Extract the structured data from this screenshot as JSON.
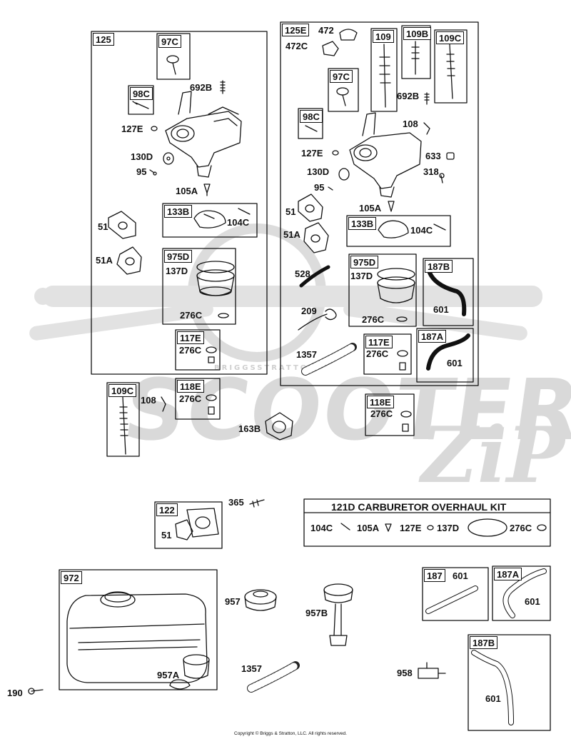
{
  "watermark": {
    "brand": "SCOOTER",
    "brand_tail": "ZiP",
    "strap": "BRIGGSSTRATTON"
  },
  "copyright": "Copyright © Briggs & Stratton, LLC. All rights reserved.",
  "parts": [
    {
      "id": "p125",
      "text": "125",
      "boxed": true
    },
    {
      "id": "p97c_a",
      "text": "97C",
      "boxed": true
    },
    {
      "id": "p692b_a",
      "text": "692B",
      "boxed": false
    },
    {
      "id": "p98c_a",
      "text": "98C",
      "boxed": true
    },
    {
      "id": "p127e_a",
      "text": "127E",
      "boxed": false
    },
    {
      "id": "p130d_a",
      "text": "130D",
      "boxed": false
    },
    {
      "id": "p95_a",
      "text": "95",
      "boxed": false
    },
    {
      "id": "p105a_a",
      "text": "105A",
      "boxed": false
    },
    {
      "id": "p133b_a",
      "text": "133B",
      "boxed": true
    },
    {
      "id": "p104c_a",
      "text": "104C",
      "boxed": false
    },
    {
      "id": "p51_a",
      "text": "51",
      "boxed": false
    },
    {
      "id": "p51a_a",
      "text": "51A",
      "boxed": false
    },
    {
      "id": "p975d_a",
      "text": "975D",
      "boxed": true
    },
    {
      "id": "p137d_a",
      "text": "137D",
      "boxed": false
    },
    {
      "id": "p276c_a",
      "text": "276C",
      "boxed": false
    },
    {
      "id": "p117e_a",
      "text": "117E",
      "boxed": true
    },
    {
      "id": "p276c_b",
      "text": "276C",
      "boxed": false
    },
    {
      "id": "p118e_a",
      "text": "118E",
      "boxed": true
    },
    {
      "id": "p276c_c",
      "text": "276C",
      "boxed": false
    },
    {
      "id": "p109c_a",
      "text": "109C",
      "boxed": true
    },
    {
      "id": "p108_a",
      "text": "108",
      "boxed": false
    },
    {
      "id": "p163b",
      "text": "163B",
      "boxed": false
    },
    {
      "id": "p125e",
      "text": "125E",
      "boxed": true
    },
    {
      "id": "p472",
      "text": "472",
      "boxed": false
    },
    {
      "id": "p472c",
      "text": "472C",
      "boxed": false
    },
    {
      "id": "p109",
      "text": "109",
      "boxed": true
    },
    {
      "id": "p109b",
      "text": "109B",
      "boxed": true
    },
    {
      "id": "p109c_b",
      "text": "109C",
      "boxed": true
    },
    {
      "id": "p97c_b",
      "text": "97C",
      "boxed": true
    },
    {
      "id": "p692b_b",
      "text": "692B",
      "boxed": false
    },
    {
      "id": "p98c_b",
      "text": "98C",
      "boxed": true
    },
    {
      "id": "p108_b",
      "text": "108",
      "boxed": false
    },
    {
      "id": "p127e_b",
      "text": "127E",
      "boxed": false
    },
    {
      "id": "p633",
      "text": "633",
      "boxed": false
    },
    {
      "id": "p130d_b",
      "text": "130D",
      "boxed": false
    },
    {
      "id": "p318",
      "text": "318",
      "boxed": false
    },
    {
      "id": "p95_b",
      "text": "95",
      "boxed": false
    },
    {
      "id": "p105a_b",
      "text": "105A",
      "boxed": false
    },
    {
      "id": "p51_b",
      "text": "51",
      "boxed": false
    },
    {
      "id": "p133b_b",
      "text": "133B",
      "boxed": true
    },
    {
      "id": "p104c_b",
      "text": "104C",
      "boxed": false
    },
    {
      "id": "p51a_b",
      "text": "51A",
      "boxed": false
    },
    {
      "id": "p528",
      "text": "528",
      "boxed": false
    },
    {
      "id": "p975d_b",
      "text": "975D",
      "boxed": true
    },
    {
      "id": "p137d_b",
      "text": "137D",
      "boxed": false
    },
    {
      "id": "p187b_a",
      "text": "187B",
      "boxed": true
    },
    {
      "id": "p209",
      "text": "209",
      "boxed": false
    },
    {
      "id": "p276c_d",
      "text": "276C",
      "boxed": false
    },
    {
      "id": "p601_a",
      "text": "601",
      "boxed": false
    },
    {
      "id": "p1357_a",
      "text": "1357",
      "boxed": false
    },
    {
      "id": "p117e_b",
      "text": "117E",
      "boxed": true
    },
    {
      "id": "p276c_e",
      "text": "276C",
      "boxed": false
    },
    {
      "id": "p187a_a",
      "text": "187A",
      "boxed": true
    },
    {
      "id": "p601_b",
      "text": "601",
      "boxed": false
    },
    {
      "id": "p118e_b",
      "text": "118E",
      "boxed": true
    },
    {
      "id": "p276c_f",
      "text": "276C",
      "boxed": false
    },
    {
      "id": "p122",
      "text": "122",
      "boxed": true
    },
    {
      "id": "p365",
      "text": "365",
      "boxed": false
    },
    {
      "id": "p51_c",
      "text": "51",
      "boxed": false
    },
    {
      "id": "p104c_k",
      "text": "104C",
      "boxed": false
    },
    {
      "id": "p105a_k",
      "text": "105A",
      "boxed": false
    },
    {
      "id": "p127e_k",
      "text": "127E",
      "boxed": false
    },
    {
      "id": "p137d_k",
      "text": "137D",
      "boxed": false
    },
    {
      "id": "p276c_k",
      "text": "276C",
      "boxed": false
    },
    {
      "id": "p972",
      "text": "972",
      "boxed": true
    },
    {
      "id": "p957",
      "text": "957",
      "boxed": false
    },
    {
      "id": "p957b",
      "text": "957B",
      "boxed": false
    },
    {
      "id": "p957a",
      "text": "957A",
      "boxed": false
    },
    {
      "id": "p1357_b",
      "text": "1357",
      "boxed": false
    },
    {
      "id": "p190",
      "text": "190",
      "boxed": false
    },
    {
      "id": "p187",
      "text": "187",
      "boxed": true
    },
    {
      "id": "p601_c",
      "text": "601",
      "boxed": false
    },
    {
      "id": "p187a_b",
      "text": "187A",
      "boxed": true
    },
    {
      "id": "p601_d",
      "text": "601",
      "boxed": false
    },
    {
      "id": "p958",
      "text": "958",
      "boxed": false
    },
    {
      "id": "p187b_b",
      "text": "187B",
      "boxed": true
    },
    {
      "id": "p601_e",
      "text": "601",
      "boxed": false
    }
  ],
  "kit": {
    "title": "121D CARBURETOR OVERHAUL KIT"
  }
}
